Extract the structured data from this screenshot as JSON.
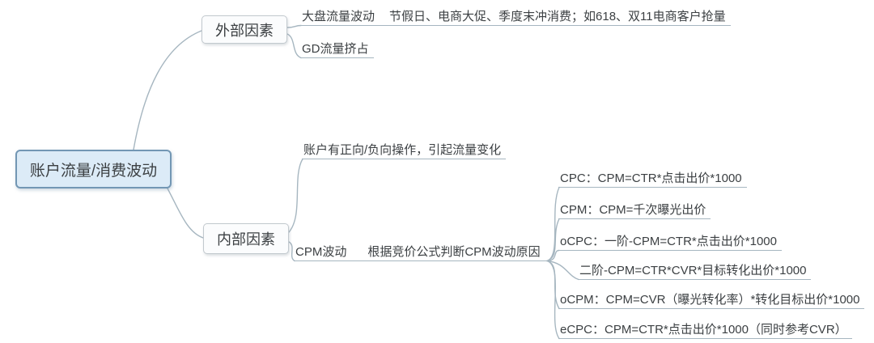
{
  "canvas": {
    "background": "#ffffff",
    "line_color": "#a6b6c0",
    "text_color": "#3c4043"
  },
  "root": {
    "label": "账户流量/消费波动",
    "fill": "#dcebf7",
    "border": "#7397b4"
  },
  "external": {
    "label": "外部因素",
    "children": {
      "market": {
        "label": "大盘流量波动",
        "note": "节假日、电商大促、季度末冲消费；如618、双11电商客户抢量"
      },
      "gd": {
        "label": "GD流量挤占"
      }
    }
  },
  "internal": {
    "label": "内部因素",
    "children": {
      "operation": {
        "label": "账户有正向/负向操作，引起流量变化"
      },
      "cpm": {
        "label": "CPM波动",
        "note": "根据竞价公式判断CPM波动原因",
        "formulas": {
          "cpc": "CPC：CPM=CTR*点击出价*1000",
          "cpm": "CPM：CPM=千次曝光出价",
          "ocpc": "oCPC：一阶-CPM=CTR*点击出价*1000",
          "ocpc_stage2": "二阶-CPM=CTR*CVR*目标转化出价*1000",
          "ocpm": "oCPM：CPM=CVR（曝光转化率）*转化目标出价*1000",
          "ecpc": "eCPC：CPM=CTR*点击出价*1000（同时参考CVR）"
        }
      }
    }
  }
}
